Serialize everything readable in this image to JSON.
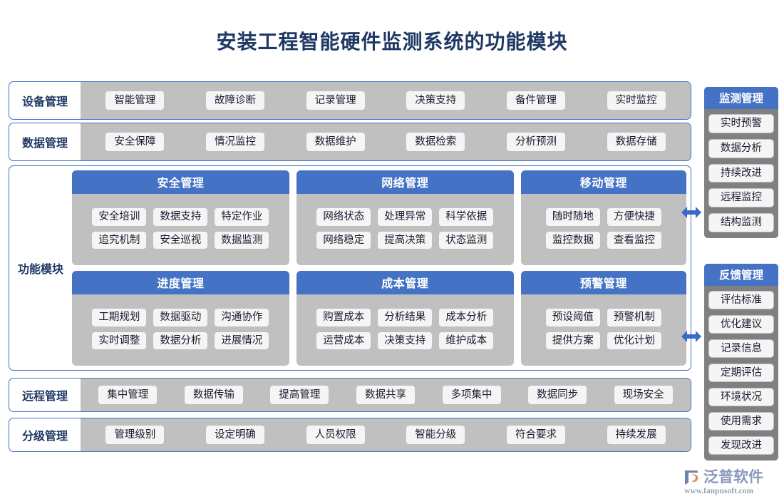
{
  "title": "安装工程智能硬件监测系统的功能模块",
  "colors": {
    "accent_blue": "#4472C4",
    "title_navy": "#1F3864",
    "strip_gray": "#C0C0C0",
    "sidebar_gray": "#808080",
    "pill_white": "#F5F5F5"
  },
  "rows": {
    "equipment": {
      "label": "设备管理",
      "items": [
        "智能管理",
        "故障诊断",
        "记录管理",
        "决策支持",
        "备件管理",
        "实时监控"
      ]
    },
    "data": {
      "label": "数据管理",
      "items": [
        "安全保障",
        "情况监控",
        "数据维护",
        "数据检索",
        "分析预测",
        "数据存储"
      ]
    },
    "remote": {
      "label": "远程管理",
      "items": [
        "集中管理",
        "数据传输",
        "提高管理",
        "数据共享",
        "多项集中",
        "数据同步",
        "现场安全"
      ]
    },
    "grade": {
      "label": "分级管理",
      "items": [
        "管理级别",
        "设定明确",
        "人员权限",
        "智能分级",
        "符合要求",
        "持续发展"
      ]
    }
  },
  "function_module": {
    "label": "功能模块",
    "cards": [
      {
        "title": "安全管理",
        "cols": 3,
        "rows": [
          [
            "安全培训",
            "数据支持",
            "特定作业"
          ],
          [
            "追究机制",
            "安全巡视",
            "数据监测"
          ]
        ]
      },
      {
        "title": "网络管理",
        "cols": 3,
        "rows": [
          [
            "网络状态",
            "处理异常",
            "科学依据"
          ],
          [
            "网络稳定",
            "提高决策",
            "状态监测"
          ]
        ]
      },
      {
        "title": "移动管理",
        "cols": 2,
        "rows": [
          [
            "随时随地",
            "方便快捷"
          ],
          [
            "监控数据",
            "查看监控"
          ]
        ]
      },
      {
        "title": "进度管理",
        "cols": 3,
        "rows": [
          [
            "工期规划",
            "数据驱动",
            "沟通协作"
          ],
          [
            "实时调整",
            "数据分析",
            "进展情况"
          ]
        ]
      },
      {
        "title": "成本管理",
        "cols": 3,
        "rows": [
          [
            "购置成本",
            "分析结果",
            "成本分析"
          ],
          [
            "运营成本",
            "决策支持",
            "维护成本"
          ]
        ]
      },
      {
        "title": "预警管理",
        "cols": 2,
        "rows": [
          [
            "预设阈值",
            "预警机制"
          ],
          [
            "提供方案",
            "优化计划"
          ]
        ]
      }
    ]
  },
  "sidebar": {
    "monitor": {
      "title": "监测管理",
      "items": [
        "实时预警",
        "数据分析",
        "持续改进",
        "远程监控",
        "结构监测"
      ]
    },
    "feedback": {
      "title": "反馈管理",
      "items": [
        "评估标准",
        "优化建议",
        "记录信息",
        "定期评估",
        "环境状况",
        "使用需求",
        "发现改进"
      ]
    }
  },
  "logo": {
    "name": "泛普软件",
    "url": "www.fanpusoft.com"
  }
}
